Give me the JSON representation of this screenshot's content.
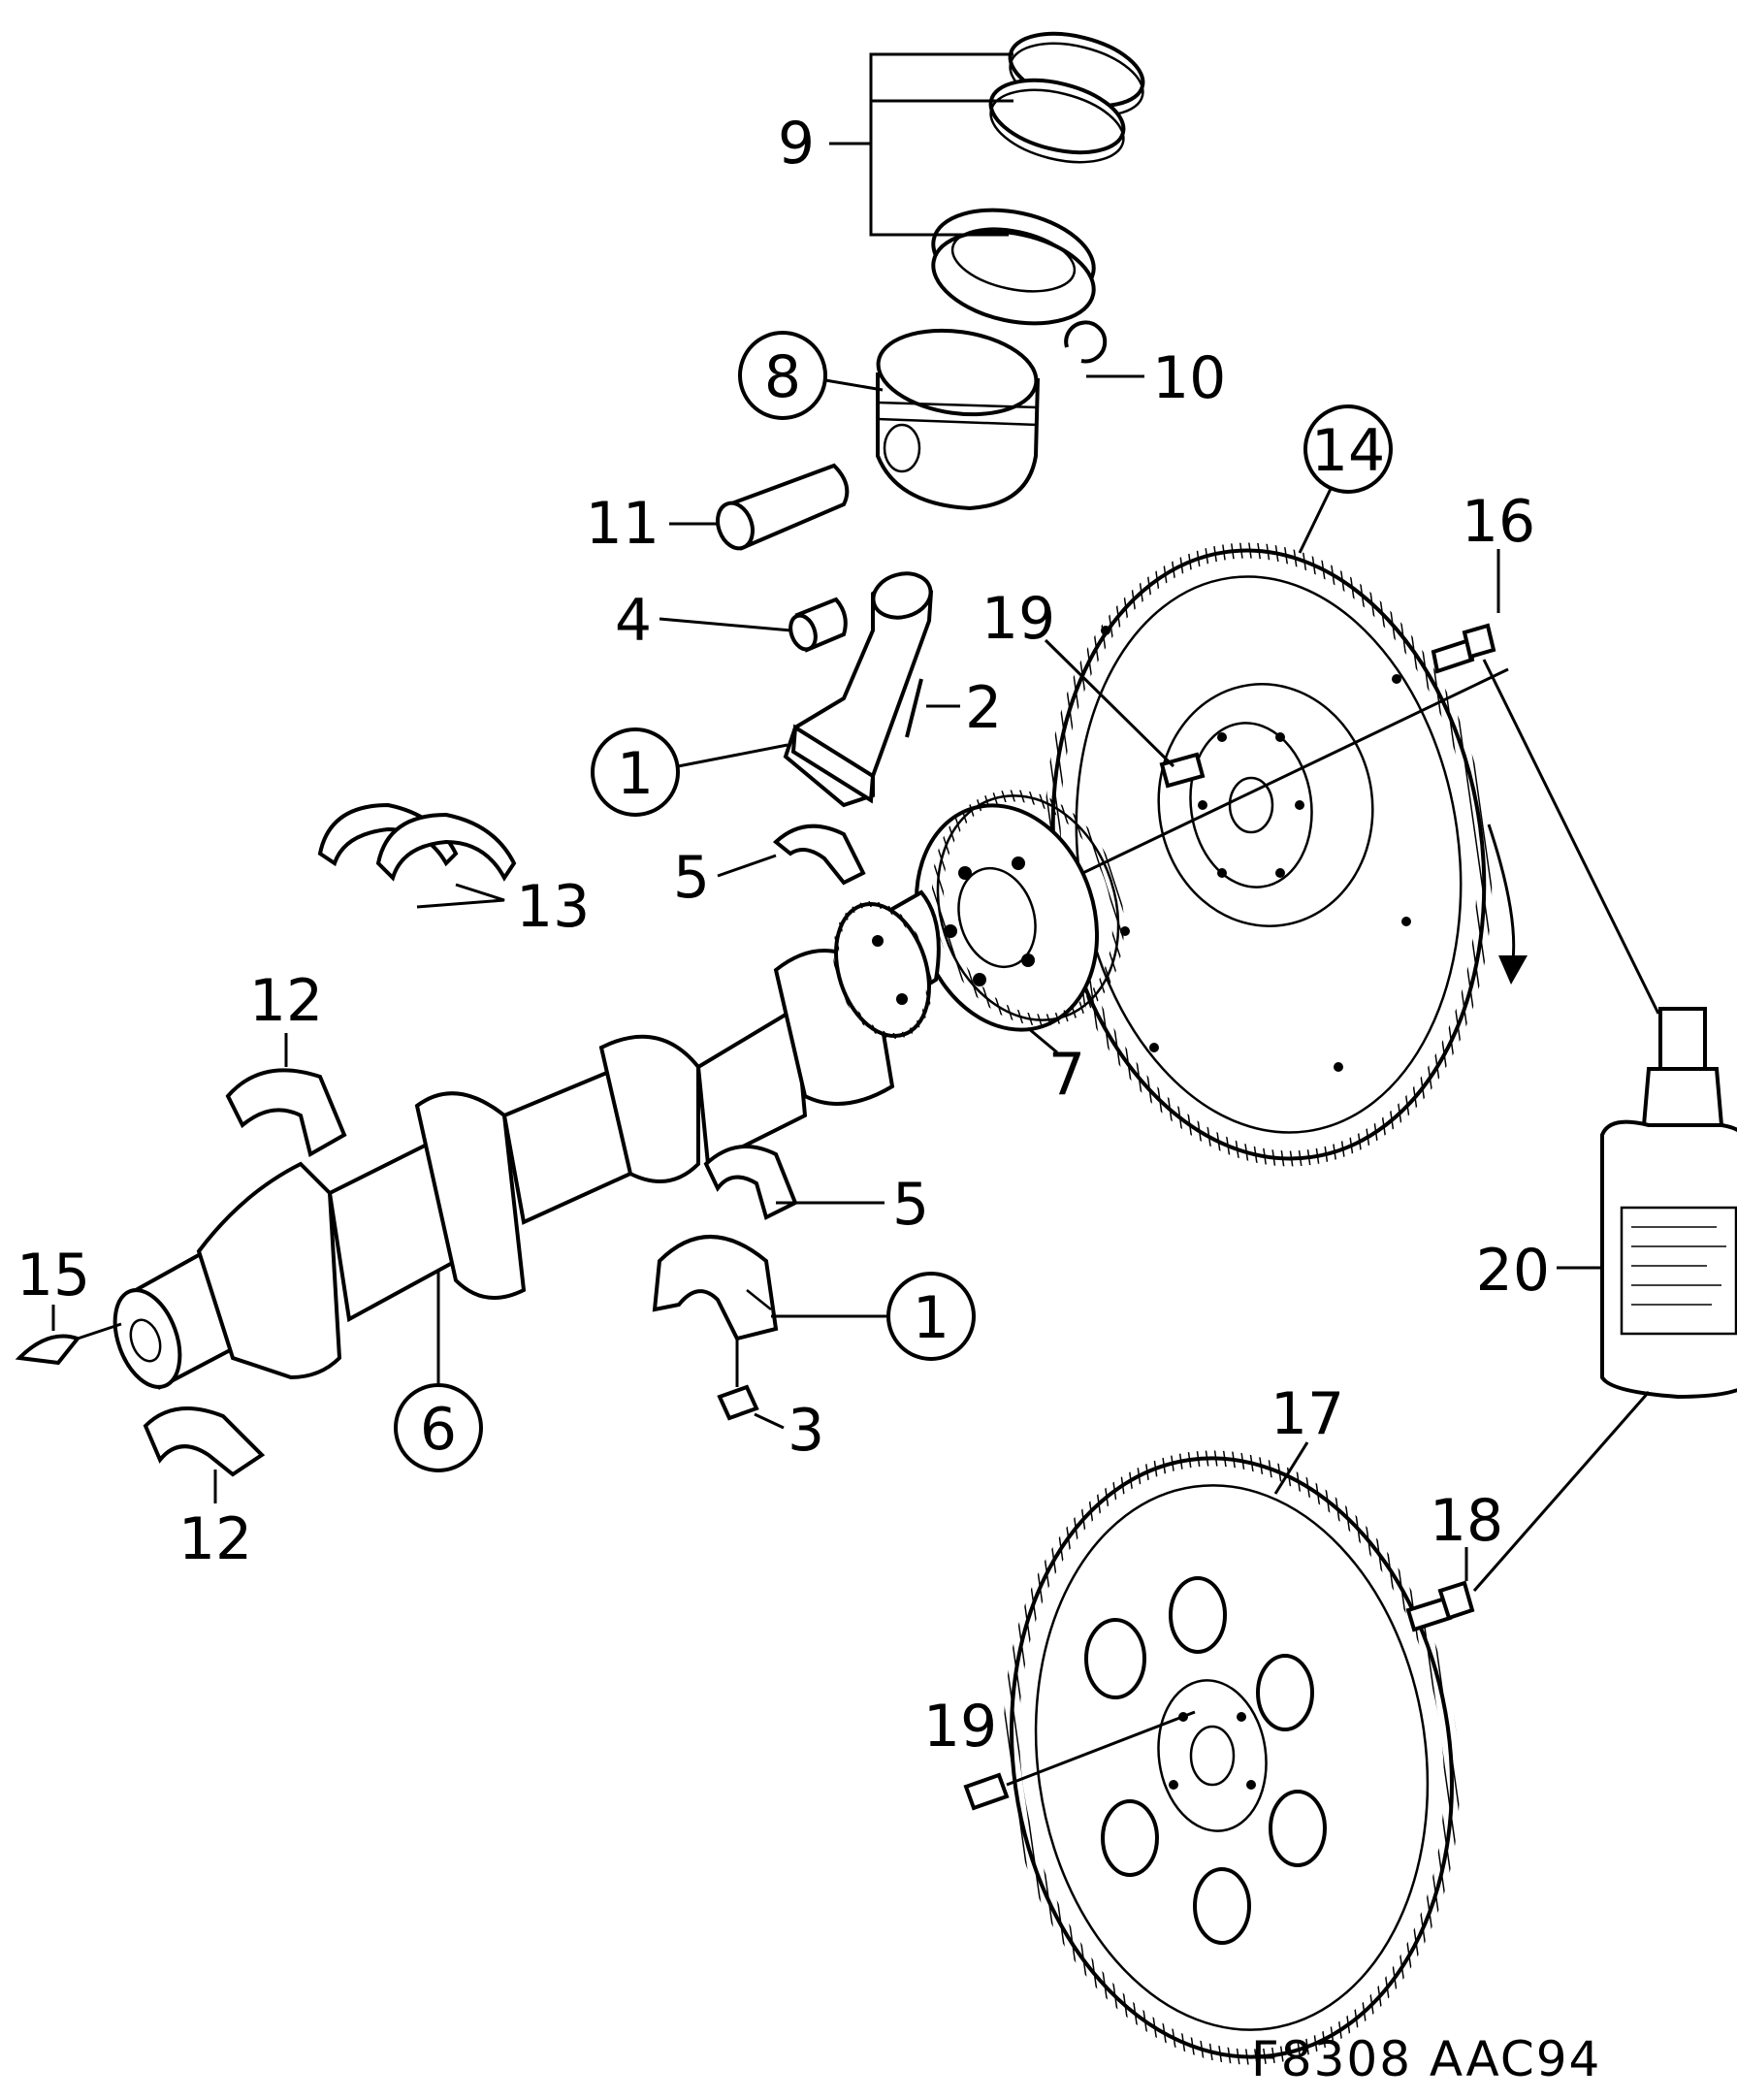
{
  "callouts": {
    "c1_upper": "1",
    "c1_lower": "1",
    "c2": "2",
    "c3": "3",
    "c4": "4",
    "c5_upper": "5",
    "c5_lower": "5",
    "c6": "6",
    "c7": "7",
    "c8": "8",
    "c9": "9",
    "c10": "10",
    "c11": "11",
    "c12_upper": "12",
    "c12_lower": "12",
    "c13": "13",
    "c14": "14",
    "c15": "15",
    "c16": "16",
    "c17": "17",
    "c18": "18",
    "c19_upper": "19",
    "c19_lower": "19",
    "c20": "20"
  },
  "figure_code": "F8308 AAC94"
}
